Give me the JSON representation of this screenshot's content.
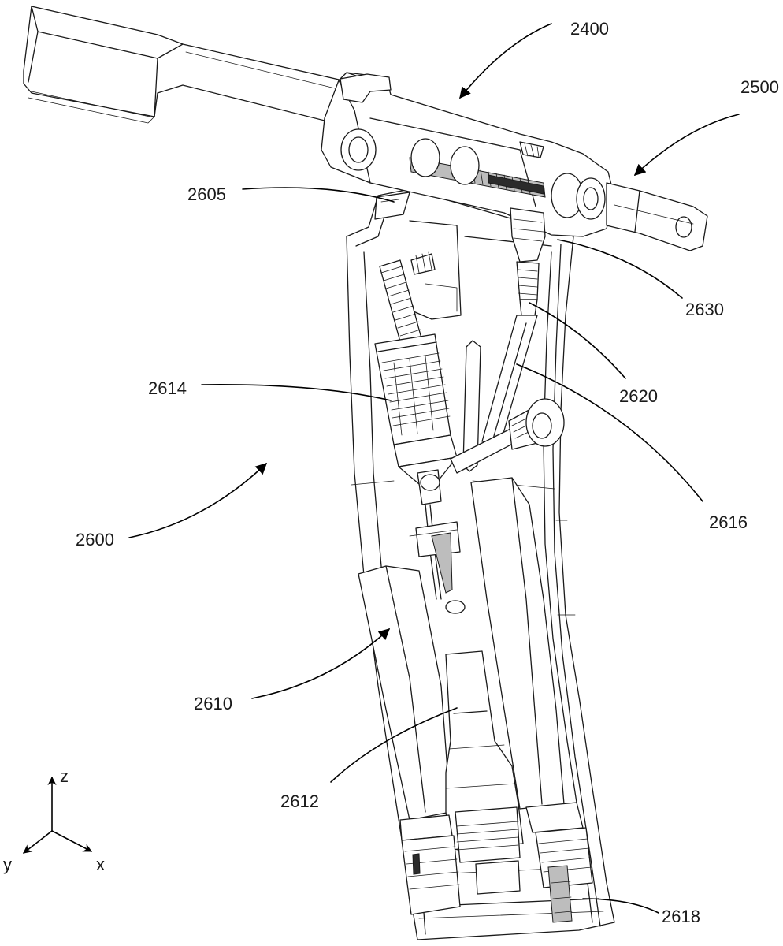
{
  "labels": {
    "l2400": "2400",
    "l2500": "2500",
    "l2605": "2605",
    "l2630": "2630",
    "l2620": "2620",
    "l2614": "2614",
    "l2616": "2616",
    "l2600": "2600",
    "l2610": "2610",
    "l2612": "2612",
    "l2618": "2618"
  },
  "axes": {
    "z": "z",
    "y": "y",
    "x": "x"
  }
}
